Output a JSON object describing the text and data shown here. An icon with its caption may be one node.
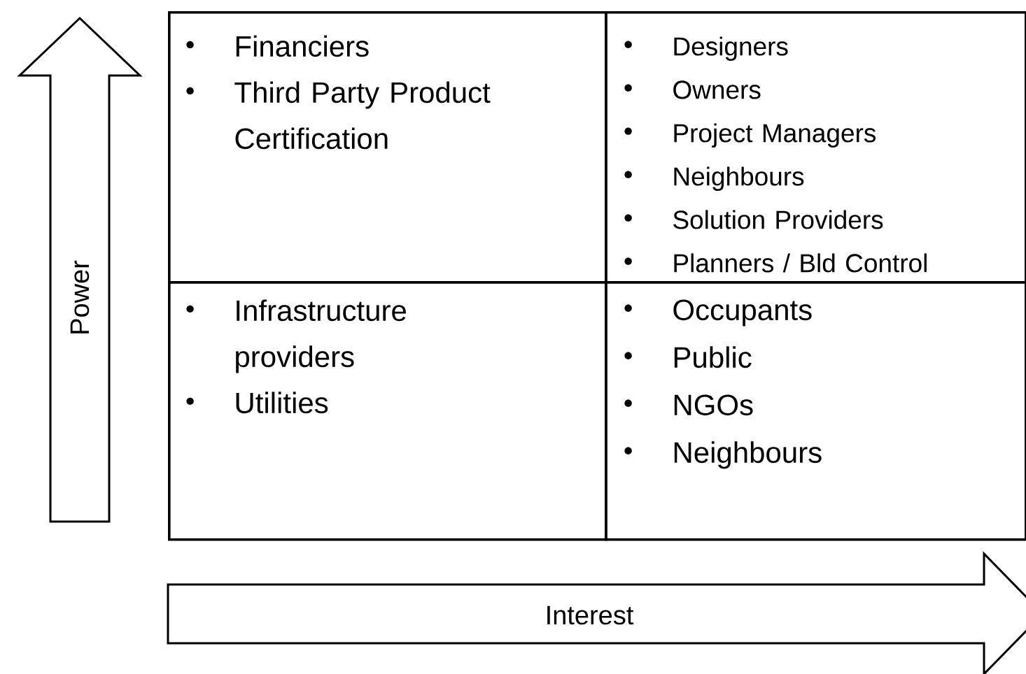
{
  "diagram": {
    "nodes": [
      {
        "text": [
          "Power"
        ]
      },
      {
        "text": [
          "Financiers",
          "Third Party Product Certification"
        ]
      },
      {
        "text": [
          "Designers",
          "Owners",
          "Project Managers",
          "Neighbours",
          "Solution Providers",
          "Planners / Bld Control"
        ]
      },
      {
        "text": [
          "Infrastructure providers",
          "Utilities"
        ]
      },
      {
        "text": [
          "Occupants",
          "Public",
          "NGOs",
          "Neighbours"
        ]
      },
      {
        "text": [
          "Interest"
        ]
      }
    ]
  }
}
